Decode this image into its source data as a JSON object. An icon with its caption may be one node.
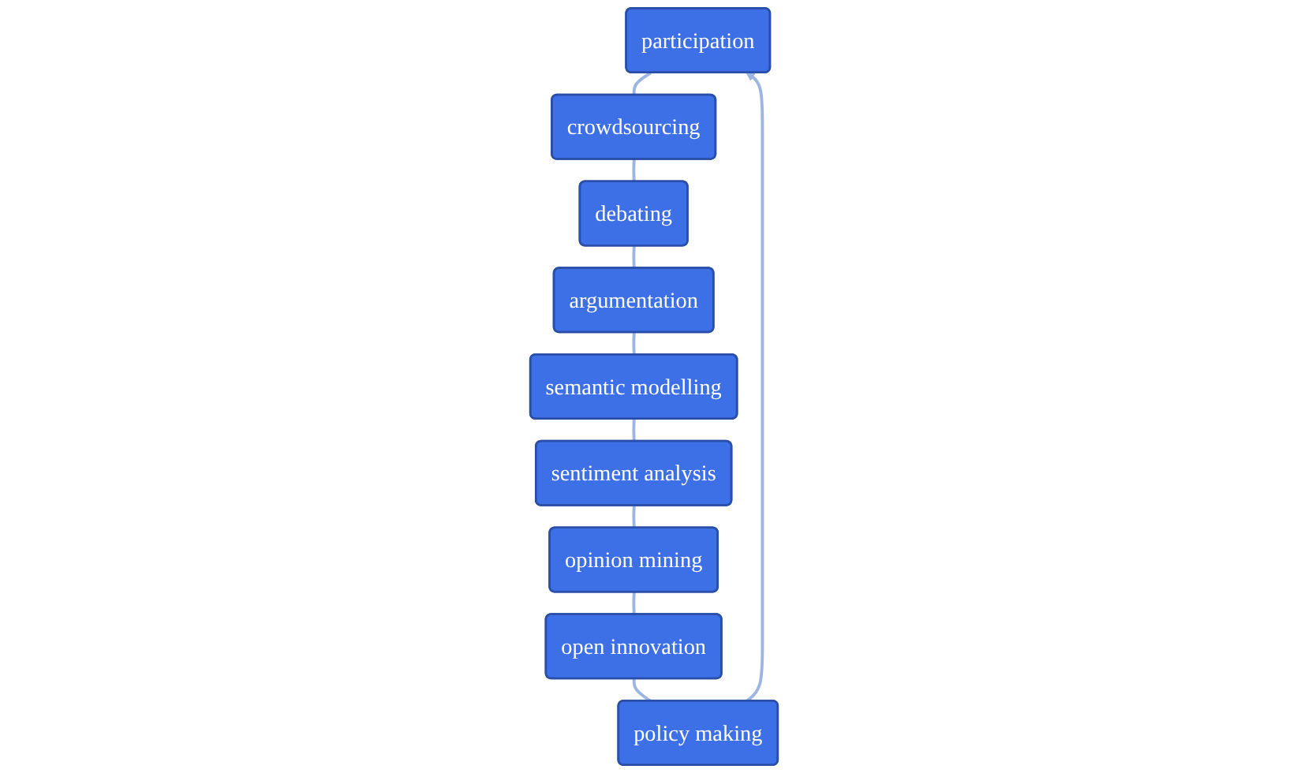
{
  "diagram": {
    "nodes": [
      {
        "text": [
          "participation"
        ]
      },
      {
        "text": [
          "crowdsourcing"
        ]
      },
      {
        "text": [
          "debating"
        ]
      },
      {
        "text": [
          "argumentation"
        ]
      },
      {
        "text": [
          "semantic modelling"
        ]
      },
      {
        "text": [
          "sentiment analysis"
        ]
      },
      {
        "text": [
          "opinion mining"
        ]
      },
      {
        "text": [
          "open innovation"
        ]
      },
      {
        "text": [
          "policy making"
        ]
      }
    ],
    "edges": [
      {
        "from": 0,
        "to": 1,
        "arrow": "none"
      },
      {
        "from": 1,
        "to": 2,
        "arrow": "none"
      },
      {
        "from": 2,
        "to": 3,
        "arrow": "none"
      },
      {
        "from": 3,
        "to": 4,
        "arrow": "none"
      },
      {
        "from": 4,
        "to": 5,
        "arrow": "none"
      },
      {
        "from": 5,
        "to": 6,
        "arrow": "none"
      },
      {
        "from": 6,
        "to": 7,
        "arrow": "none"
      },
      {
        "from": 7,
        "to": 8,
        "arrow": "none"
      },
      {
        "from": 8,
        "to": 0,
        "arrow": "to"
      }
    ]
  }
}
